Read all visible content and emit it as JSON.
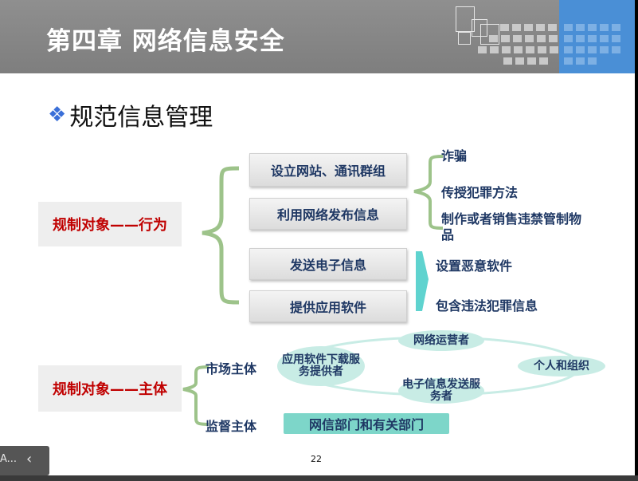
{
  "slide": {
    "title": "第四章  网络信息安全",
    "heading_bullet": "❖",
    "heading": "规范信息管理",
    "page_number": "22"
  },
  "behavior": {
    "label": "规制对象——行为",
    "boxes": [
      "设立网站、通讯群组",
      "利用网络发布信息",
      "发送电子信息",
      "提供应用软件"
    ],
    "upper_items": [
      "诈骗",
      "传授犯罪方法",
      "制作或者销售违禁管制物品"
    ],
    "lower_items": [
      "设置恶意软件",
      "包含违法犯罪信息"
    ]
  },
  "subject": {
    "label": "规制对象——主体",
    "market": "市场主体",
    "supervision": "监督主体",
    "app_provider": "应用软件下载服务提供者",
    "operator": "网络运营者",
    "email_provider": "电子信息发送服务者",
    "individual": "个人和组织",
    "regulator": "网信部门和有关部门"
  },
  "player_controls": {
    "menu_text": "A...",
    "prev_glyph": "‹"
  },
  "colors": {
    "title_bar": "#868686",
    "accent_blue": "#4a8fd6",
    "label_red": "#c00000",
    "text_navy": "#1f3864",
    "bracket_green": "#9dc38a",
    "teal_light": "#c8ece5",
    "teal_dark": "#7dd6c9",
    "arrow_fill": "#5fd3cf"
  }
}
